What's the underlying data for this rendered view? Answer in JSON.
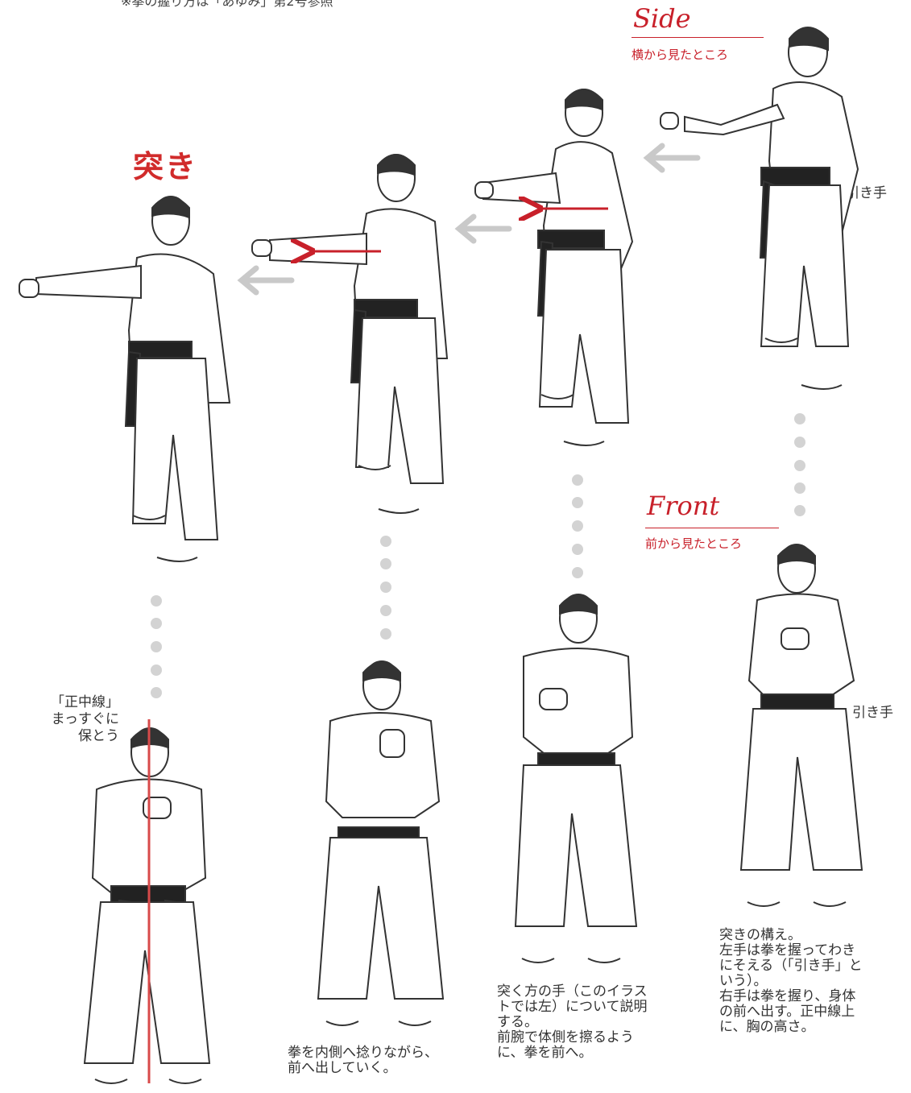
{
  "top_note": "※拳の握り方は「あゆみ」第2号参照",
  "title": "突き",
  "side": {
    "heading": "Side",
    "subtitle": "横から見たところ"
  },
  "front": {
    "heading": "Front",
    "subtitle": "前から見たところ"
  },
  "labels": {
    "hikite_side": "引き手",
    "hikite_front": "引き手",
    "midline_1": "「正中線」",
    "midline_2": "まっすぐに",
    "midline_3": "保とう"
  },
  "captions": {
    "step1": [
      "突きの構え。",
      "左手は拳を握ってわき",
      "にそえる（「引き手」と",
      "いう）。",
      "右手は拳を握り、身体",
      "の前へ出す。正中線上",
      "に、胸の高さ。"
    ],
    "step2": [
      "突く方の手（このイラス",
      "トでは左）について説明",
      "する。",
      "前腕で体側を擦るよう",
      "に、拳を前へ。"
    ],
    "step3": [
      "拳を内側へ捻りながら、",
      "前へ出していく。"
    ]
  },
  "colors": {
    "accent": "#c8202a",
    "belt": "#222222",
    "gray_arrow": "#c9c9c9",
    "dot": "#d3d3d3"
  }
}
